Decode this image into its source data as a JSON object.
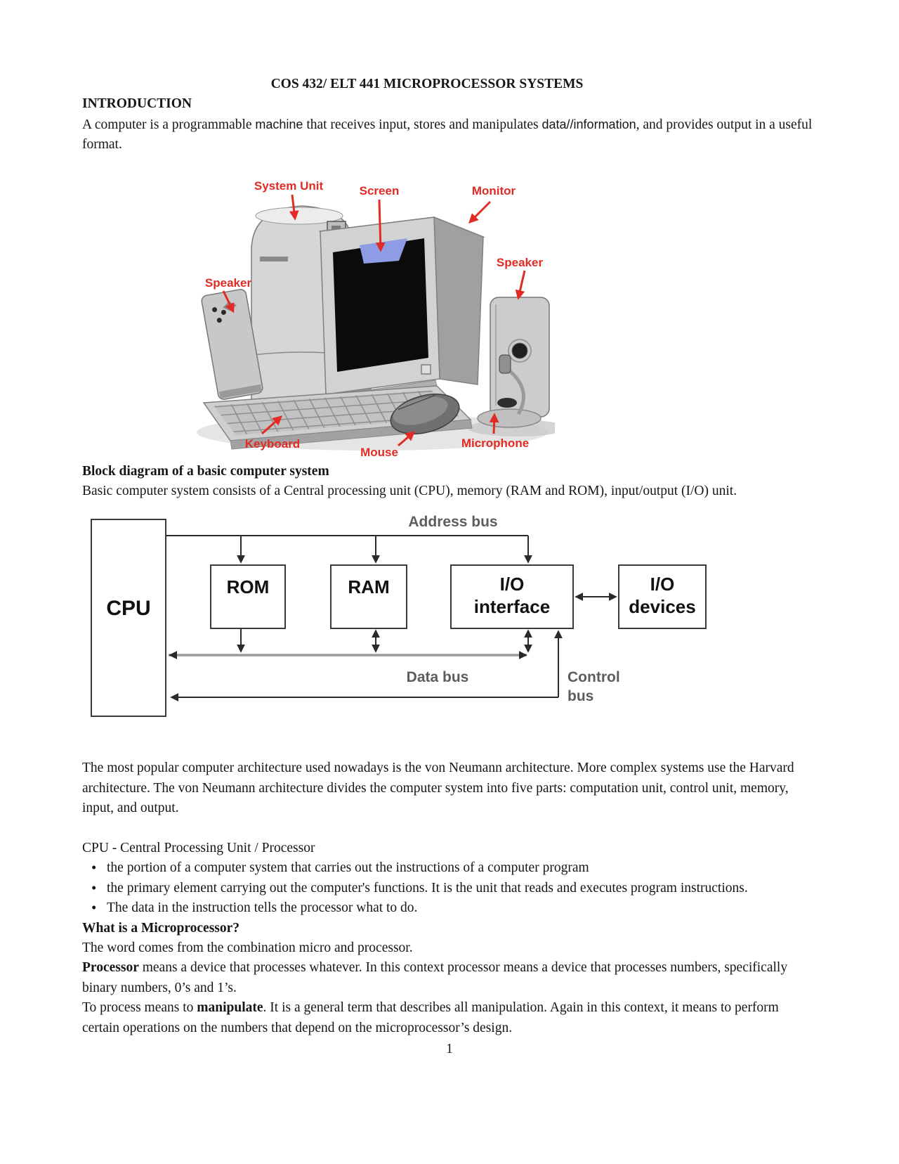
{
  "title": "COS 432/ ELT 441 MICROPROCESSOR SYSTEMS",
  "intro": {
    "heading": "INTRODUCTION",
    "p_parts": {
      "a": "A computer is a programmable ",
      "b": "machine",
      "c": " that receives input, stores and manipulates ",
      "d": "data//information",
      "e": ", and provides output in a useful format."
    }
  },
  "computer_figure": {
    "label_color": "#e12b24",
    "labels": {
      "system_unit": "System Unit",
      "screen": "Screen",
      "monitor": "Monitor",
      "speaker_left": "Speaker",
      "speaker_right": "Speaker",
      "keyboard": "Keyboard",
      "mouse": "Mouse",
      "microphone": "Microphone"
    }
  },
  "block_section": {
    "heading": "Block diagram of a basic computer system",
    "intro": "Basic computer system consists of a Central processing unit (CPU), memory (RAM and ROM), input/output (I/O) unit.",
    "diagram": {
      "cpu": "CPU",
      "rom": "ROM",
      "ram": "RAM",
      "io_interface_line1": "I/O",
      "io_interface_line2": "interface",
      "io_devices_line1": "I/O",
      "io_devices_line2": "devices",
      "address_bus": "Address bus",
      "data_bus": "Data bus",
      "control_bus_line1": "Control",
      "control_bus_line2": "bus"
    }
  },
  "architecture_para": "The most popular computer architecture used nowadays is the von Neumann architecture. More complex systems use the Harvard architecture. The von Neumann architecture divides the computer system into five parts: computation unit, control unit, memory, input, and output.",
  "cpu_section": {
    "heading": "CPU - Central Processing Unit / Processor",
    "bullets": [
      "the portion of a computer system that carries out the instructions of a computer program",
      "the primary element carrying out the computer's functions. It is the unit that reads and executes program instructions.",
      "The data in the instruction tells the processor what to do."
    ]
  },
  "micro_section": {
    "heading": "What is a Microprocessor?",
    "p1": "The word comes from the combination micro and processor.",
    "p2_parts": {
      "a": "Processor",
      "b": " means a device that processes whatever. In this context processor means a device that processes numbers, specifically binary numbers, 0’s and 1’s."
    },
    "p3_parts": {
      "a": "To process means to ",
      "b": "manipulate",
      "c": ". It is a general term that describes all manipulation. Again in this context, it means to perform certain operations on the numbers that depend on the microprocessor’s design."
    }
  },
  "page_number": "1"
}
